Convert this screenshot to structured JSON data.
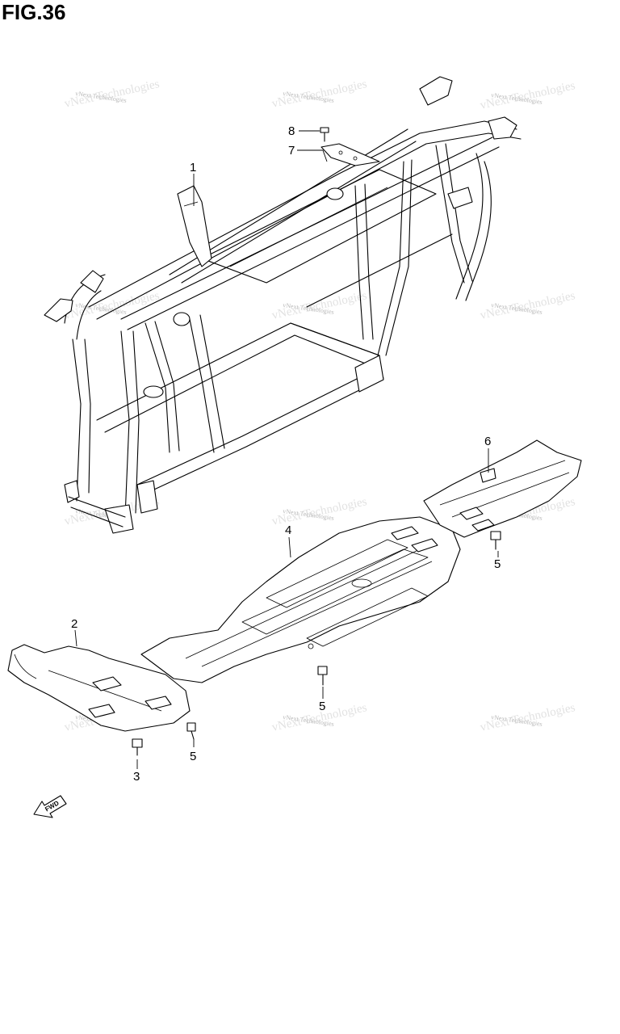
{
  "figure": {
    "title": "FIG.36"
  },
  "callouts": [
    {
      "id": "1",
      "label": "1",
      "part": "frame"
    },
    {
      "id": "2",
      "label": "2",
      "part": "front-skid-plate"
    },
    {
      "id": "3",
      "label": "3",
      "part": "bolt"
    },
    {
      "id": "4",
      "label": "4",
      "part": "center-skid-plate"
    },
    {
      "id": "5a",
      "label": "5",
      "part": "bolt"
    },
    {
      "id": "5b",
      "label": "5",
      "part": "bolt"
    },
    {
      "id": "5c",
      "label": "5",
      "part": "bolt"
    },
    {
      "id": "6",
      "label": "6",
      "part": "rear-skid-plate"
    },
    {
      "id": "7",
      "label": "7",
      "part": "bracket"
    },
    {
      "id": "8",
      "label": "8",
      "part": "bolt"
    }
  ],
  "watermark": {
    "text": "vNext Technologies"
  },
  "fwd_arrow": {
    "label": "FWD"
  }
}
